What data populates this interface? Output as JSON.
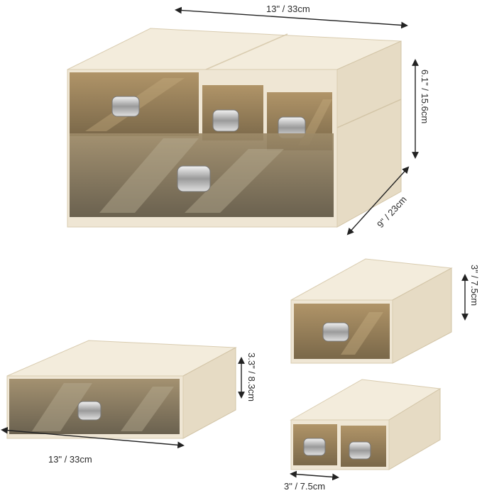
{
  "dimensions": {
    "main_width": "13\" / 33cm",
    "main_height": "6.1\" / 15.6cm",
    "main_depth": "9\" / 23cm",
    "small_height": "3\" / 7.5cm",
    "large_height": "3.3\" / 8.3cm",
    "large_width": "13\" / 33cm",
    "double_width": "3\" / 7.5cm"
  },
  "colors": {
    "body": "#efe6d4",
    "body_side": "#e2d6bf",
    "drawer_tint": "#8a6f45",
    "handle": "#c8c8c8"
  }
}
